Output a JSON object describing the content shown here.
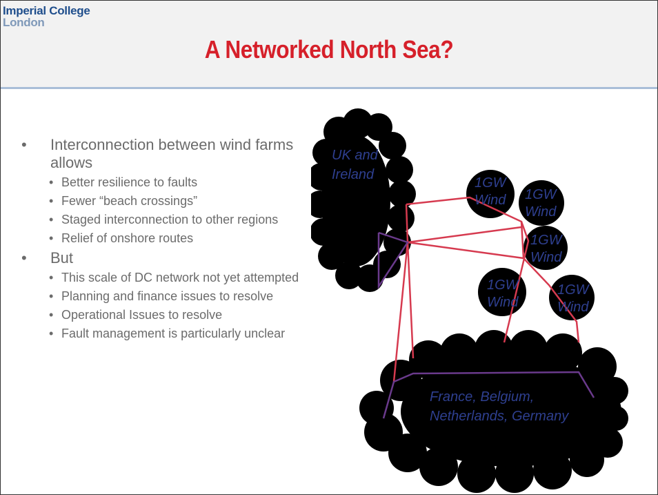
{
  "header": {
    "logo_line1": "Imperial College",
    "logo_line2": "London",
    "title": "A Networked North Sea?"
  },
  "bullets": [
    {
      "text": "Interconnection between wind farms allows",
      "children": [
        "Better resilience to faults",
        "Fewer “beach crossings”",
        "Staged interconnection to other regions",
        "Relief of onshore routes"
      ]
    },
    {
      "text": "But",
      "children": [
        "This scale of DC network not yet attempted",
        "Planning and finance issues to resolve",
        "Operational Issues to resolve",
        "Fault management is particularly unclear"
      ]
    }
  ],
  "diagram": {
    "uk_label": [
      "UK and",
      "Ireland"
    ],
    "continent_label": [
      "France, Belgium,",
      "Netherlands, Germany"
    ],
    "wind_farms": [
      {
        "line1": "1GW",
        "line2": "Wind"
      },
      {
        "line1": "1GW",
        "line2": "Wind"
      },
      {
        "line1": "1GW",
        "line2": "Wind"
      },
      {
        "line1": "1GW",
        "line2": "Wind"
      },
      {
        "line1": "1GW",
        "line2": "Wind"
      }
    ],
    "colors": {
      "cloud": "#000000",
      "red_line": "#d63a4f",
      "purple_line": "#6a3a8c",
      "label": "#2e3f8f"
    }
  }
}
